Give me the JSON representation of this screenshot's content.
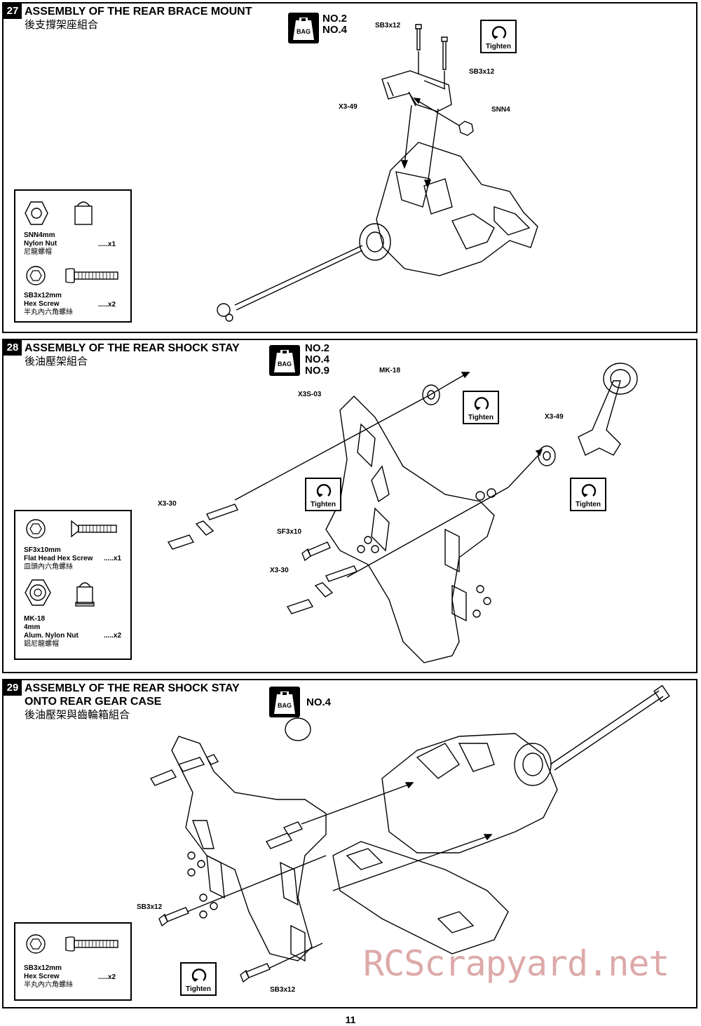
{
  "steps": [
    {
      "number": "27",
      "title_en": "ASSEMBLY OF THE REAR BRACE MOUNT",
      "title_en2": "",
      "title_cn": "後支撐架座組合",
      "bag_label": "BAG",
      "bags": [
        "NO.2",
        "NO.4"
      ],
      "callouts": [
        "SB3x12",
        "SB3x12",
        "X3-49",
        "SNN4"
      ],
      "tighten": "Tighten",
      "parts": [
        {
          "code": "SNN4mm",
          "name": "Nylon Nut",
          "cn": "尼龍螺帽",
          "qty": ".....x1"
        },
        {
          "code": "SB3x12mm",
          "name": "Hex Screw",
          "cn": "半丸內六角螺絲",
          "qty": ".....x2"
        }
      ]
    },
    {
      "number": "28",
      "title_en": "ASSEMBLY OF THE REAR SHOCK STAY",
      "title_en2": "",
      "title_cn": "後油壓架組合",
      "bag_label": "BAG",
      "bags": [
        "NO.2",
        "NO.4",
        "NO.9"
      ],
      "callouts": [
        "MK-18",
        "X3S-03",
        "X3-49",
        "X3-30",
        "SF3x10",
        "X3-30"
      ],
      "tighten": "Tighten",
      "parts": [
        {
          "code": "SF3x10mm",
          "name": "Flat Head Hex Screw",
          "cn": "皿頭內六角螺絲",
          "qty": ".....x1"
        },
        {
          "code": "MK-18",
          "name": "4mm",
          "name2": "Alum. Nylon Nut",
          "cn": "鋁尼龍螺帽",
          "qty": ".....x2"
        }
      ]
    },
    {
      "number": "29",
      "title_en": "ASSEMBLY OF THE REAR SHOCK STAY",
      "title_en2": "ONTO REAR GEAR CASE",
      "title_cn": "後油壓架與齒輪箱組合",
      "bag_label": "BAG",
      "bags": [
        "NO.4"
      ],
      "callouts": [
        "SB3x12",
        "SB3x12"
      ],
      "tighten": "Tighten",
      "parts": [
        {
          "code": "SB3x12mm",
          "name": "Hex Screw",
          "cn": "半丸內六角螺絲",
          "qty": ".....x2"
        }
      ]
    }
  ],
  "page_number": "11",
  "watermark": "RCScrapyard.net"
}
